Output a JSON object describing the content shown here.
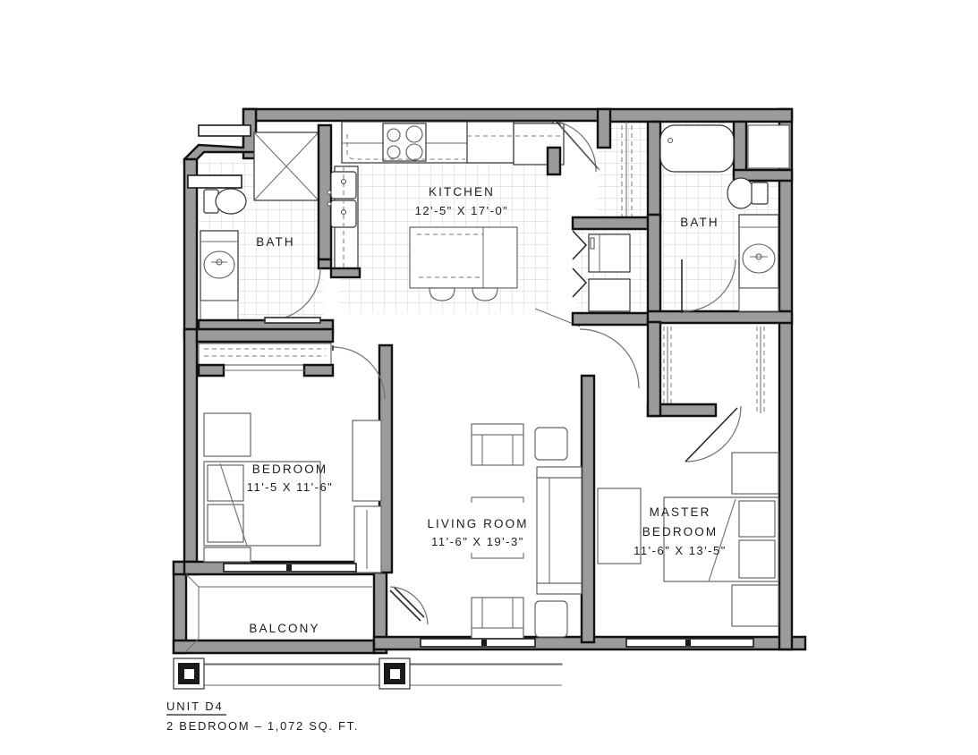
{
  "plan": {
    "unit_title": "UNIT D4",
    "unit_subtitle": "2 BEDROOM – 1,072 SQ. FT.",
    "rooms": [
      {
        "key": "kitchen",
        "label": "KITCHEN",
        "dimension": "12'-5\" X 17'-0\""
      },
      {
        "key": "bath_left",
        "label": "BATH",
        "dimension": ""
      },
      {
        "key": "bath_right",
        "label": "BATH",
        "dimension": ""
      },
      {
        "key": "bedroom",
        "label": "BEDROOM",
        "dimension": "11'-5 X 11'-6\""
      },
      {
        "key": "living_room",
        "label": "LIVING ROOM",
        "dimension": "11'-6\" X 19'-3\""
      },
      {
        "key": "master_bedroom",
        "label1": "MASTER",
        "label2": "BEDROOM",
        "dimension": "11'-6\" X 13'-5\""
      },
      {
        "key": "balcony",
        "label": "BALCONY",
        "dimension": ""
      }
    ],
    "colors": {
      "wall_fill": "#9b9b9b",
      "wall_stroke": "#111111",
      "tile_grid": "#cfcfcf",
      "text": "#1d1d1d",
      "background": "#ffffff"
    },
    "fixtures": [
      "shower-stall",
      "toilet",
      "vanity-sink",
      "bathtub",
      "cooktop",
      "kitchen-island",
      "bar-stool",
      "refrigerator",
      "washer",
      "dryer",
      "sofa",
      "armchair",
      "ottoman",
      "coffee-table",
      "bed",
      "nightstand",
      "dresser",
      "closet-shelf",
      "balcony-column"
    ]
  }
}
